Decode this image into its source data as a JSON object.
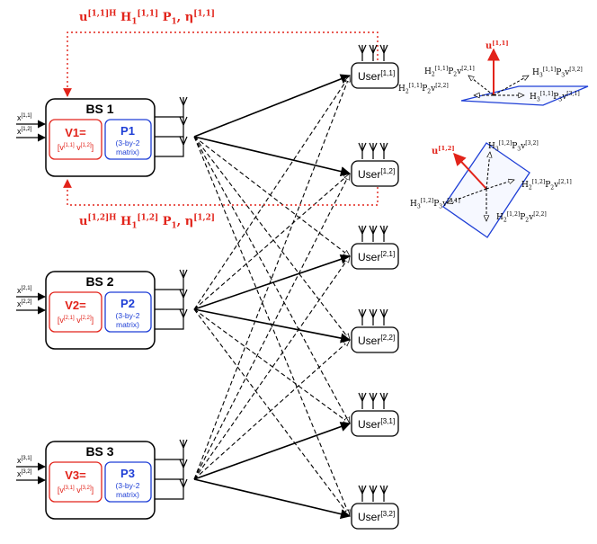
{
  "colors": {
    "red": "#e2231a",
    "blue": "#1f3fd6",
    "black": "#000000"
  },
  "feedback_top": {
    "text": "u^{[1,1]H} H_1^{[1,1]} P_1, η^{[1,1]}"
  },
  "feedback_bottom": {
    "text": "u^{[1,2]H} H_1^{[1,2]} P_1, η^{[1,2]}"
  },
  "base_stations": [
    {
      "title": "BS 1",
      "inputs": [
        "x^{[1,1]}",
        "x^{[1,2]}"
      ],
      "v_title": "V1=",
      "v_content": "[v^{[1,1]} v^{[1,2]}]",
      "p_title": "P1",
      "p_line1": "(3-by-2",
      "p_line2": "matrix)"
    },
    {
      "title": "BS 2",
      "inputs": [
        "x^{[2,1]}",
        "x^{[2,2]}"
      ],
      "v_title": "V2=",
      "v_content": "[v^{[2,1]} v^{[2,2]}]",
      "p_title": "P2",
      "p_line1": "(3-by-2",
      "p_line2": "matrix)"
    },
    {
      "title": "BS 3",
      "inputs": [
        "x^{[3,1]}",
        "x^{[3,2]}"
      ],
      "v_title": "V3=",
      "v_content": "[v^{[3,1]} v^{[3,2]}]",
      "p_title": "P3",
      "p_line1": "(3-by-2",
      "p_line2": "matrix)"
    }
  ],
  "users": [
    "User^{[1,1]}",
    "User^{[1,2]}",
    "User^{[2,1]}",
    "User^{[2,2]}",
    "User^{[3,1]}",
    "User^{[3,2]}"
  ],
  "signal_space_1": {
    "u": "u^{[1,1]}",
    "labels": [
      "H_2^{[1,1]}P_2v^{[2,1]}",
      "H_3^{[1,1]}P_3v^{[3,2]}",
      "H_2^{[1,1]}P_2v^{[2,2]}",
      "H_3^{[1,1]}P_3v^{[3,1]}"
    ]
  },
  "signal_space_2": {
    "u": "u^{[1,2]}",
    "labels": [
      "H_3^{[1,2]}P_3v^{[3,2]}",
      "H_2^{[1,2]}P_2v^{[2,1]}",
      "H_3^{[1,2]}P_3v^{[3,1]}",
      "H_2^{[1,2]}P_2v^{[2,2]}"
    ]
  }
}
